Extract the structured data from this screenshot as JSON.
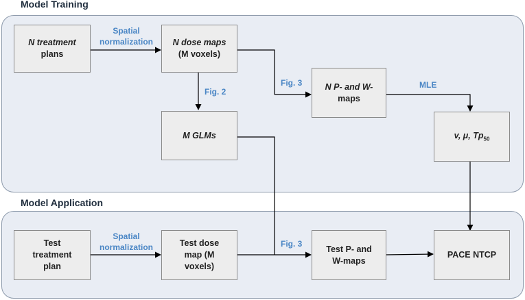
{
  "sections": {
    "training_title": "Model Training",
    "application_title": "Model Application"
  },
  "boxes": {
    "treatment_plans": [
      "N treatment",
      "plans"
    ],
    "dose_maps": [
      "N dose maps",
      "(M voxels)"
    ],
    "glms": "M GLMs",
    "pw_maps": [
      "N P- and W-",
      "maps"
    ],
    "params": {
      "prefix": "v, μ, Tp",
      "subscript": "50"
    },
    "test_plan": [
      "Test",
      "treatment",
      "plan"
    ],
    "test_dose": [
      "Test dose",
      "map (M",
      "voxels)"
    ],
    "test_pw": [
      "Test P- and",
      "W-maps"
    ],
    "ntcp": "PACE NTCP"
  },
  "labels": {
    "spatial_1": "Spatial",
    "normalization_1": "normalization",
    "fig2": "Fig. 2",
    "fig3_train": "Fig. 3",
    "mle": "MLE",
    "spatial_2": "Spatial",
    "normalization_2": "normalization",
    "fig3_app": "Fig. 3"
  },
  "colors": {
    "label_blue": "#4a86c5",
    "panel_fill": "#e9edf4",
    "box_fill": "#ededed"
  }
}
